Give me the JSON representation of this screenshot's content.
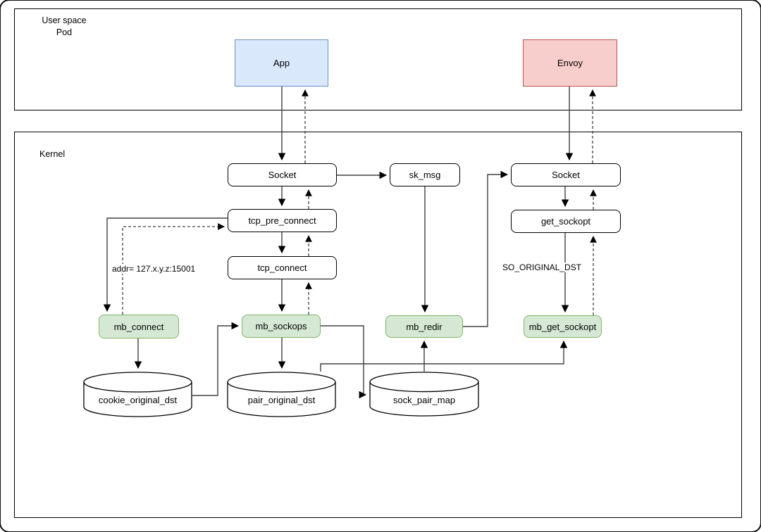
{
  "diagram": {
    "containers": {
      "user_space": {
        "label": "User space",
        "sublabel": "Pod"
      },
      "kernel": {
        "label": "Kernel"
      }
    },
    "nodes": {
      "app": {
        "label": "App",
        "fill": "#dae8fc",
        "stroke": "#6c8ebf"
      },
      "envoy": {
        "label": "Envoy",
        "fill": "#f8cecc",
        "stroke": "#b85450"
      },
      "socket_left": {
        "label": "Socket",
        "fill": "#ffffff",
        "stroke": "#000000"
      },
      "sk_msg": {
        "label": "sk_msg",
        "fill": "#ffffff",
        "stroke": "#000000"
      },
      "socket_right": {
        "label": "Socket",
        "fill": "#ffffff",
        "stroke": "#000000"
      },
      "tcp_pre_connect": {
        "label": "tcp_pre_connect",
        "fill": "#ffffff",
        "stroke": "#000000"
      },
      "get_sockopt": {
        "label": "get_sockopt",
        "fill": "#ffffff",
        "stroke": "#000000"
      },
      "tcp_connect": {
        "label": "tcp_connect",
        "fill": "#ffffff",
        "stroke": "#000000"
      },
      "mb_connect": {
        "label": "mb_connect",
        "fill": "#d5e8d4",
        "stroke": "#82b366"
      },
      "mb_sockops": {
        "label": "mb_sockops",
        "fill": "#d5e8d4",
        "stroke": "#82b366"
      },
      "mb_redir": {
        "label": "mb_redir",
        "fill": "#d5e8d4",
        "stroke": "#82b366"
      },
      "mb_get_sockopt": {
        "label": "mb_get_sockopt",
        "fill": "#d5e8d4",
        "stroke": "#82b366"
      },
      "cookie_original_dst": {
        "label": "cookie_original_dst",
        "fill": "#ffffff",
        "stroke": "#000000"
      },
      "pair_original_dst": {
        "label": "pair_original_dst",
        "fill": "#ffffff",
        "stroke": "#000000"
      },
      "sock_pair_map": {
        "label": "sock_pair_map",
        "fill": "#ffffff",
        "stroke": "#000000"
      }
    },
    "edge_labels": {
      "addr": "addr= 127.x.y.z:15001",
      "so_original_dst": "SO_ORIGINAL_DST"
    },
    "edges": [
      {
        "from": "App",
        "to": "Socket (left)",
        "style": "solid"
      },
      {
        "from": "Socket (left)",
        "to": "App",
        "style": "dashed"
      },
      {
        "from": "Socket (left)",
        "to": "sk_msg",
        "style": "solid"
      },
      {
        "from": "Socket (left)",
        "to": "tcp_pre_connect",
        "style": "solid"
      },
      {
        "from": "tcp_pre_connect",
        "to": "Socket (left)",
        "style": "dashed"
      },
      {
        "from": "tcp_pre_connect",
        "to": "mb_connect",
        "style": "solid"
      },
      {
        "from": "mb_connect",
        "to": "tcp_pre_connect",
        "style": "dashed",
        "label": "addr= 127.x.y.z:15001"
      },
      {
        "from": "tcp_pre_connect",
        "to": "tcp_connect",
        "style": "solid"
      },
      {
        "from": "tcp_connect",
        "to": "tcp_pre_connect",
        "style": "dashed"
      },
      {
        "from": "tcp_connect",
        "to": "mb_sockops",
        "style": "solid"
      },
      {
        "from": "mb_sockops",
        "to": "tcp_connect",
        "style": "dashed"
      },
      {
        "from": "mb_connect",
        "to": "cookie_original_dst",
        "style": "solid"
      },
      {
        "from": "cookie_original_dst",
        "to": "mb_sockops",
        "style": "solid"
      },
      {
        "from": "mb_sockops",
        "to": "pair_original_dst",
        "style": "solid"
      },
      {
        "from": "mb_sockops",
        "to": "sock_pair_map",
        "style": "solid"
      },
      {
        "from": "sk_msg",
        "to": "mb_redir",
        "style": "solid"
      },
      {
        "from": "sock_pair_map",
        "to": "mb_redir",
        "style": "solid"
      },
      {
        "from": "mb_redir",
        "to": "Socket (right)",
        "style": "solid"
      },
      {
        "from": "Envoy",
        "to": "Socket (right)",
        "style": "solid"
      },
      {
        "from": "Socket (right)",
        "to": "Envoy",
        "style": "dashed"
      },
      {
        "from": "Socket (right)",
        "to": "get_sockopt",
        "style": "solid"
      },
      {
        "from": "get_sockopt",
        "to": "Socket (right)",
        "style": "dashed"
      },
      {
        "from": "get_sockopt",
        "to": "mb_get_sockopt",
        "style": "solid",
        "label": "SO_ORIGINAL_DST"
      },
      {
        "from": "mb_get_sockopt",
        "to": "get_sockopt",
        "style": "dashed"
      },
      {
        "from": "pair_original_dst",
        "to": "mb_get_sockopt",
        "style": "solid"
      }
    ],
    "colors": {
      "edge": "#404040",
      "arrowhead": "#000000",
      "container_border": "#000000",
      "background": "#ffffff"
    }
  }
}
